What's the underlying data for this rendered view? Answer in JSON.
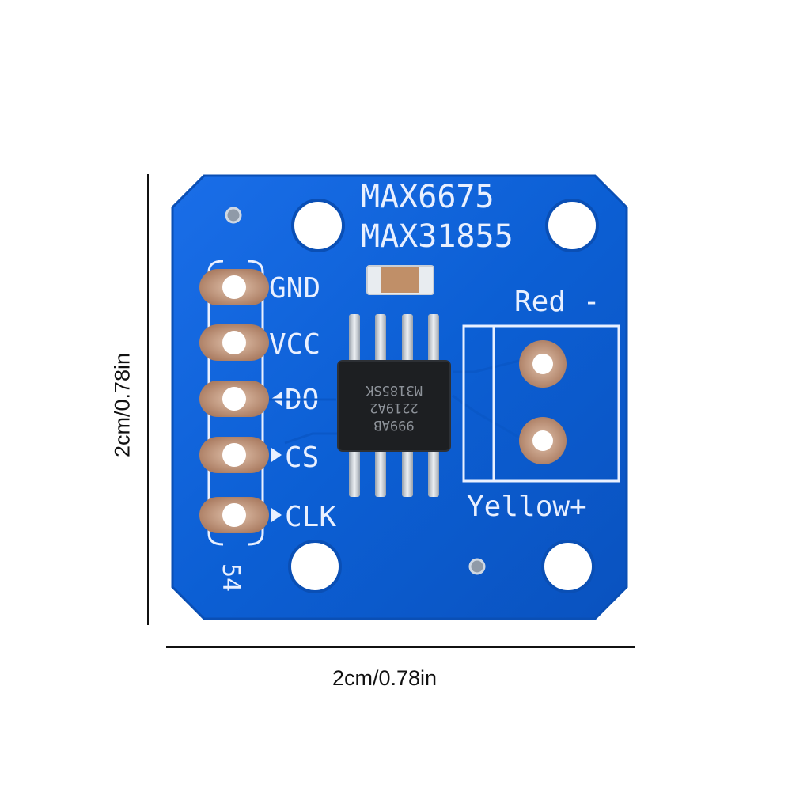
{
  "dimensions": {
    "width_label": "2cm/0.78in",
    "height_label": "2cm/0.78in"
  },
  "board": {
    "title_line1": "MAX6675",
    "title_line2": "MAX31855",
    "pins": [
      {
        "label": "GND"
      },
      {
        "label": "VCC"
      },
      {
        "label": "DO"
      },
      {
        "label": "CS"
      },
      {
        "label": "CLK"
      }
    ],
    "thermocouple_neg_label": "Red -",
    "thermocouple_pos_label": "Yellow+",
    "board_number": "54",
    "chip": {
      "line1": "999AB",
      "line2": "2219A2",
      "line3": "M3185SK"
    }
  },
  "colors": {
    "board": "#0c5fd4",
    "board_edge": "#0a4fb5",
    "silkscreen": "#e9f0ff",
    "pad": "#b9876a",
    "chip": "#1d1f22"
  }
}
